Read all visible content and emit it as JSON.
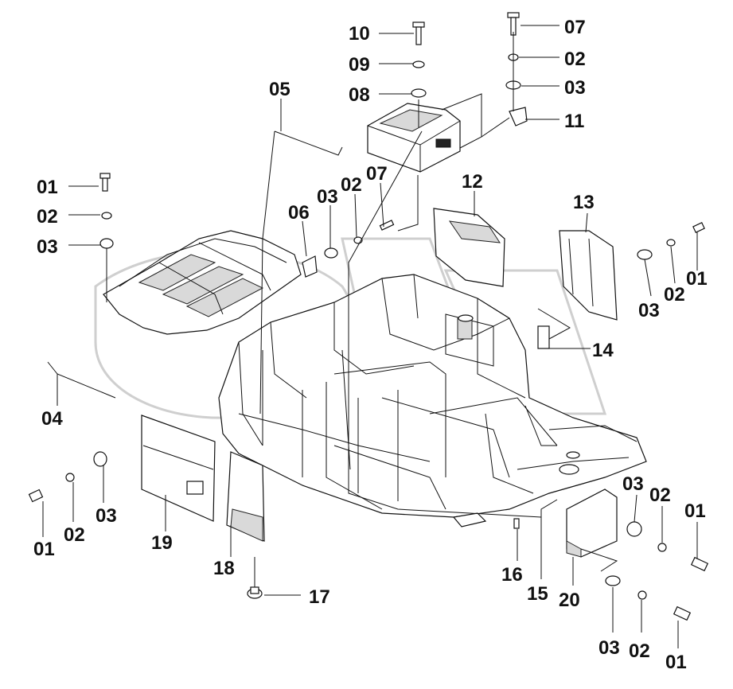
{
  "callouts": {
    "c1": "10",
    "c2": "09",
    "c3": "08",
    "c4": "07",
    "c5": "02",
    "c6": "03",
    "c7": "11",
    "c8": "05",
    "c9": "01",
    "c10": "02",
    "c11": "03",
    "c12": "06",
    "c13": "03",
    "c14": "02",
    "c15": "07",
    "c16": "12",
    "c17": "13",
    "c18": "01",
    "c19": "02",
    "c20": "03",
    "c21": "14",
    "c22": "04",
    "c23": "03",
    "c24": "01",
    "c25": "02",
    "c26": "19",
    "c27": "18",
    "c28": "17",
    "c29": "16",
    "c30": "15",
    "c31": "20",
    "c32": "03",
    "c33": "02",
    "c34": "01",
    "c35": "03",
    "c36": "02",
    "c37": "01"
  }
}
